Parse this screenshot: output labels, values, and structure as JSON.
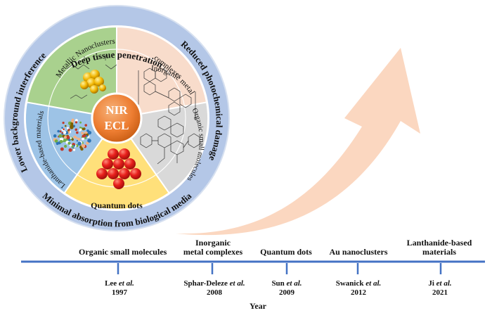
{
  "wheel": {
    "center_lines": [
      "NIR",
      "ECL"
    ],
    "ring_texts": {
      "top": "Deep tissue penetration",
      "right": "Reduced photochemical damage",
      "bottom": "Minimal absorption from biological media",
      "left": "Lower background interference"
    },
    "sectors": [
      {
        "name": "Metallic Nanoclusters",
        "color": "#a9d18e"
      },
      {
        "name": "Inorganic metal complexes",
        "color": "#f8dccb"
      },
      {
        "name": "Organic small molecules",
        "color": "#d9d9d9"
      },
      {
        "name": "Quantum dots",
        "color": "#ffe07a"
      },
      {
        "name": "Lanthanide-based materials",
        "color": "#9dc3e6"
      }
    ],
    "sector_lines": {
      "metallic": "Metallic Nanoclusters",
      "inorganic": [
        "Inorganic metal",
        "complexes"
      ],
      "organic": "Organic small molecules",
      "quantum": "Quantum dots",
      "lanthanide": "Lanthanide-based materials"
    },
    "colors": {
      "ring": "#b4c7e7",
      "center": "#ed7d31",
      "dot": "#e8201c",
      "arrow": "#fbd5bd",
      "axis": "#4472c4"
    }
  },
  "timeline": {
    "axis_label": "Year",
    "events": [
      {
        "label": [
          "Organic small molecules"
        ],
        "author": "Lee",
        "etal": "et al.",
        "year": "1997"
      },
      {
        "label": [
          "Inorganic",
          "metal complexes"
        ],
        "author": "Sphar-Deleze",
        "etal": "et al.",
        "year": "2008"
      },
      {
        "label": [
          "Quantum dots"
        ],
        "author": "Sun",
        "etal": "et al.",
        "year": "2009"
      },
      {
        "label": [
          "Au nanoclusters"
        ],
        "author": "Swanick",
        "etal": "et al.",
        "year": "2012"
      },
      {
        "label": [
          "Lanthanide-based",
          "materials"
        ],
        "author": "Ji",
        "etal": "et al.",
        "year": "2021"
      }
    ]
  }
}
